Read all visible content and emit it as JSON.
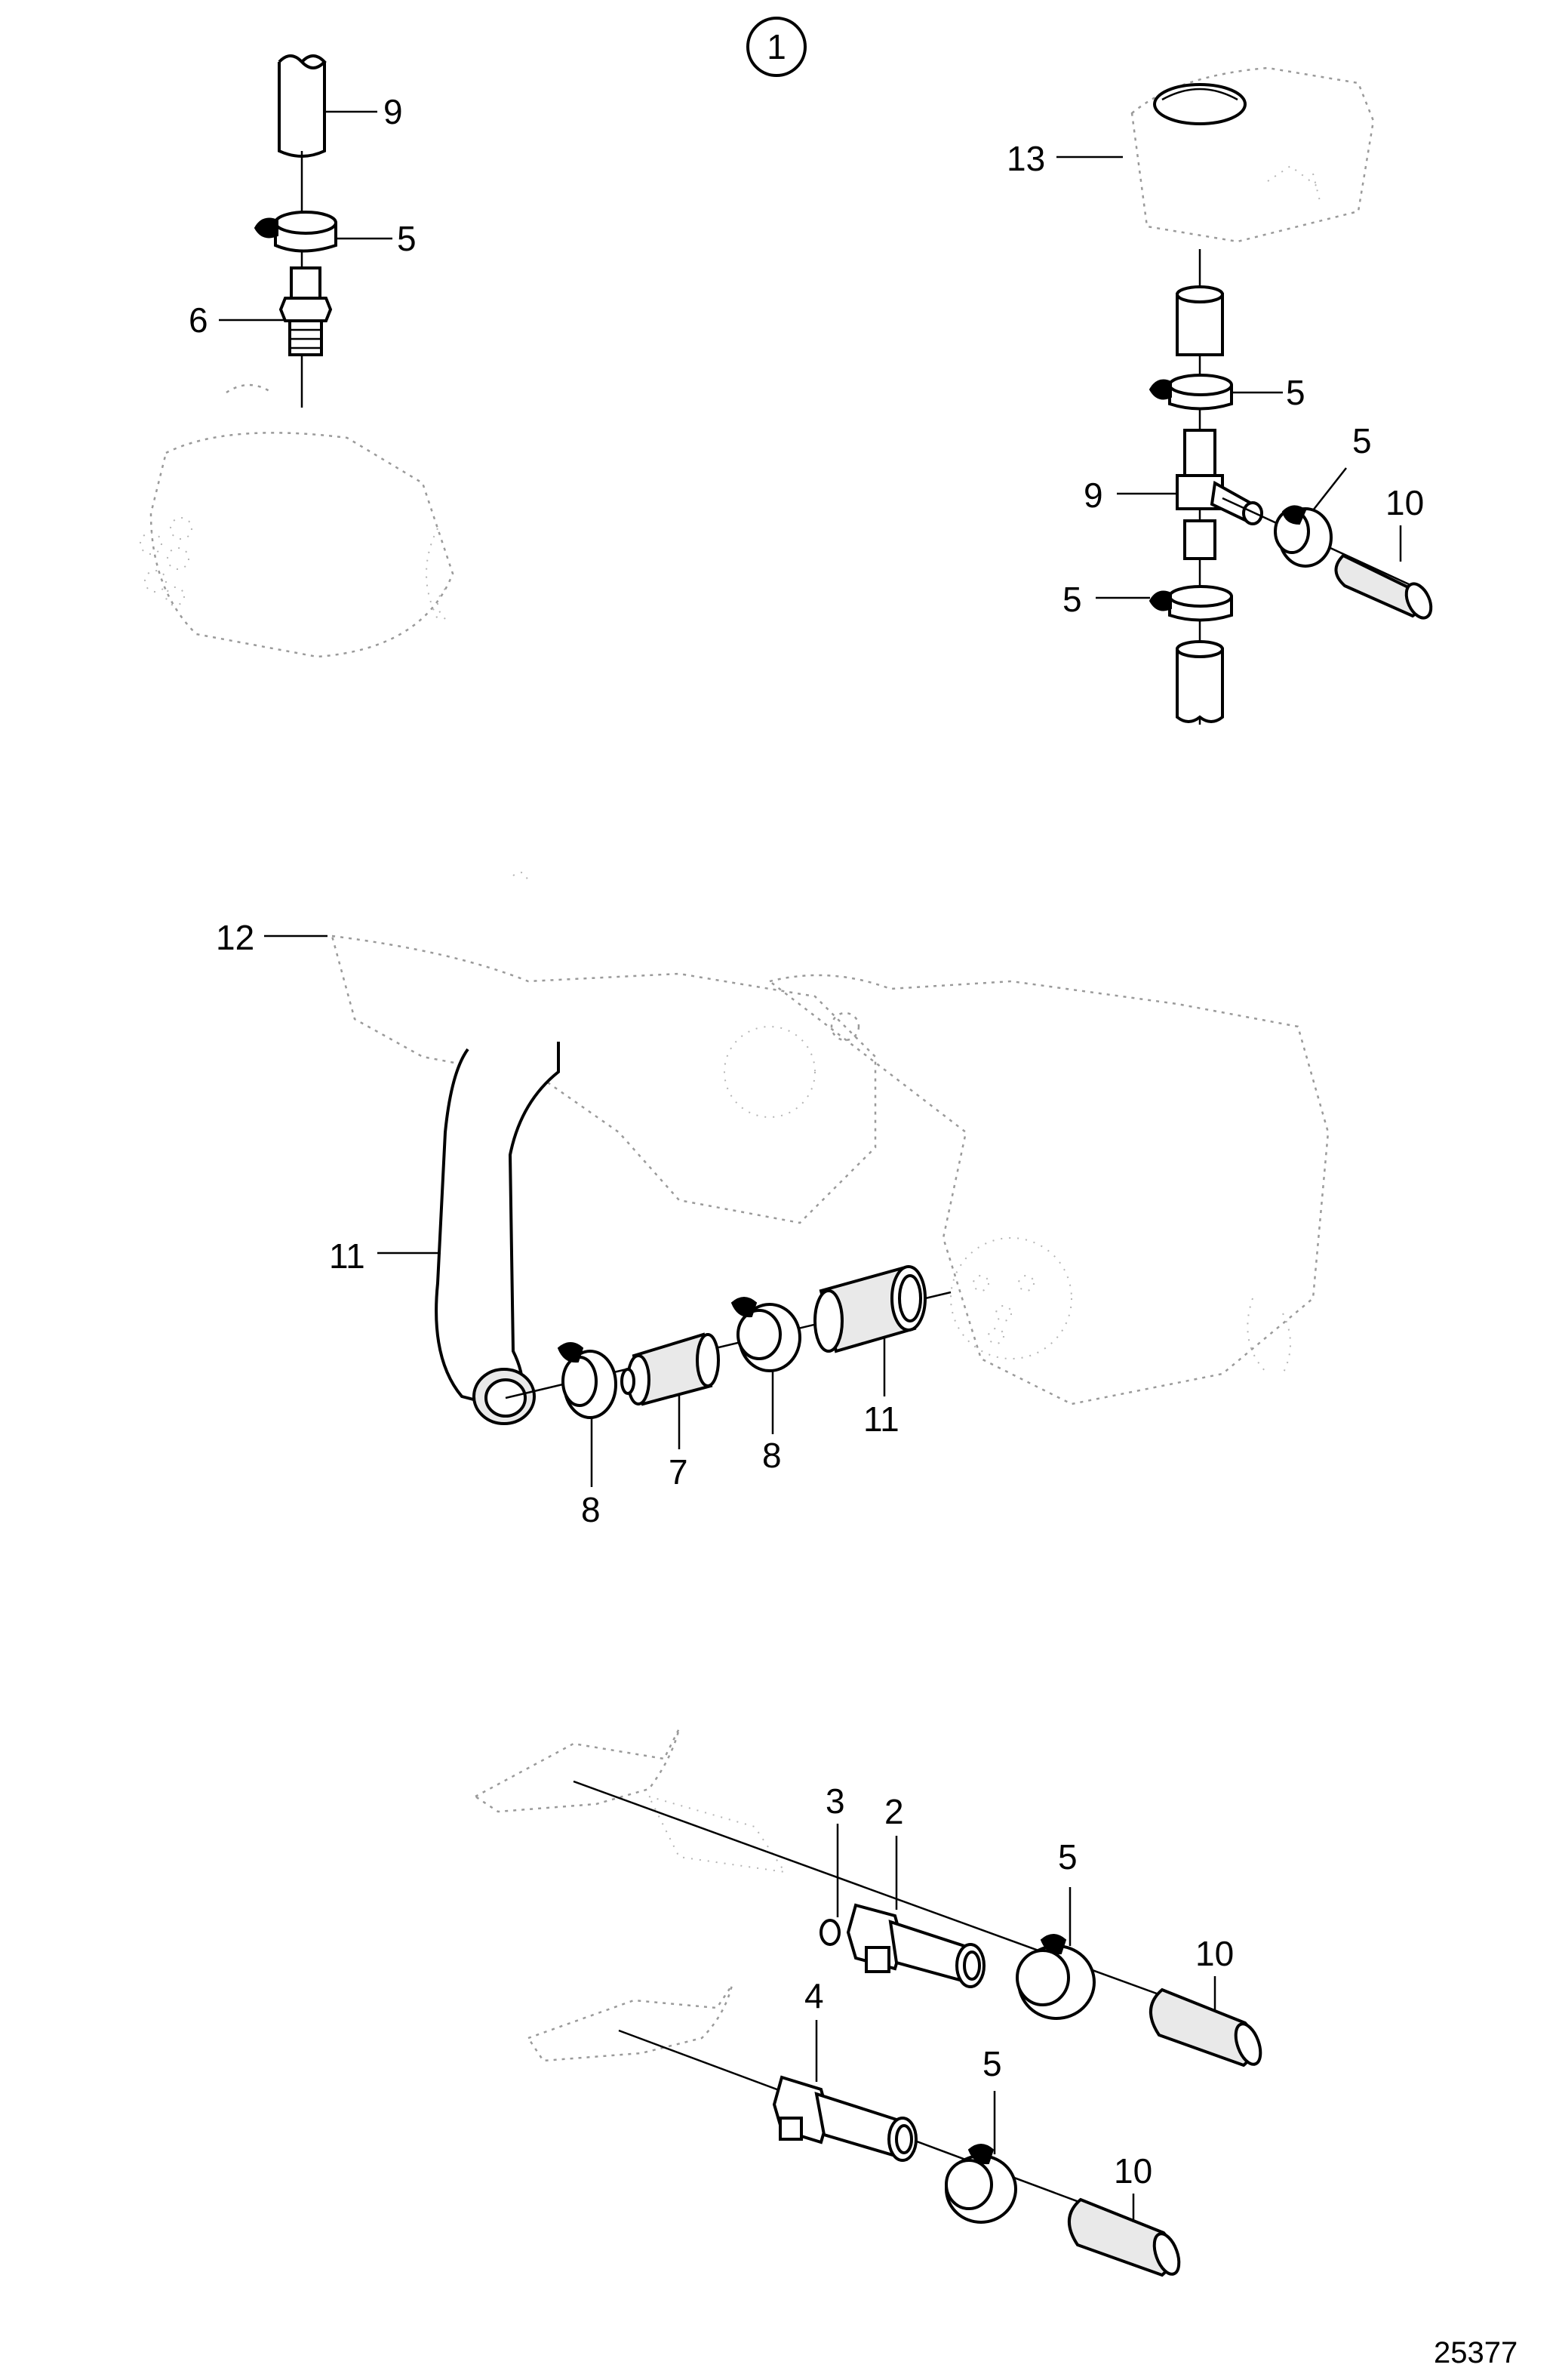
{
  "diagram": {
    "figure_number": "1",
    "drawing_id": "25377",
    "callouts": {
      "c9_top": "9",
      "c5_top": "5",
      "c6": "6",
      "c13": "13",
      "c5_tr_a": "5",
      "c5_tr_b": "5",
      "c9_tr": "9",
      "c10_tr": "10",
      "c5_tr_c": "5",
      "c12": "12",
      "c11_left": "11",
      "c8_left": "8",
      "c7": "7",
      "c8_mid": "8",
      "c11_right": "11",
      "c3": "3",
      "c2": "2",
      "c5_low_a": "5",
      "c10_low_a": "10",
      "c4": "4",
      "c5_low_b": "5",
      "c10_low_b": "10"
    }
  }
}
